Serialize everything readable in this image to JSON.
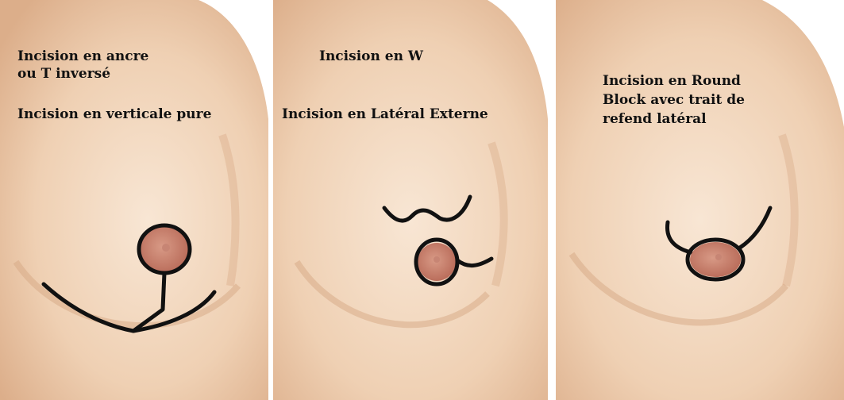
{
  "panels": [
    {
      "labels": [
        "Incision en ancre",
        "ou T inversé",
        "Incision en verticale pure"
      ]
    },
    {
      "labels": [
        "Incision en W",
        "Incision en Latéral Externe"
      ]
    },
    {
      "labels": [
        "Incision en Round",
        "Block avec trait de",
        "refend latéral"
      ]
    }
  ],
  "colors": {
    "skin_light": "#f6e2cf",
    "skin_mid": "#eccaaa",
    "skin_shadow": "#d9a882",
    "areola": "#c97a66",
    "incision_line": "#111111"
  }
}
